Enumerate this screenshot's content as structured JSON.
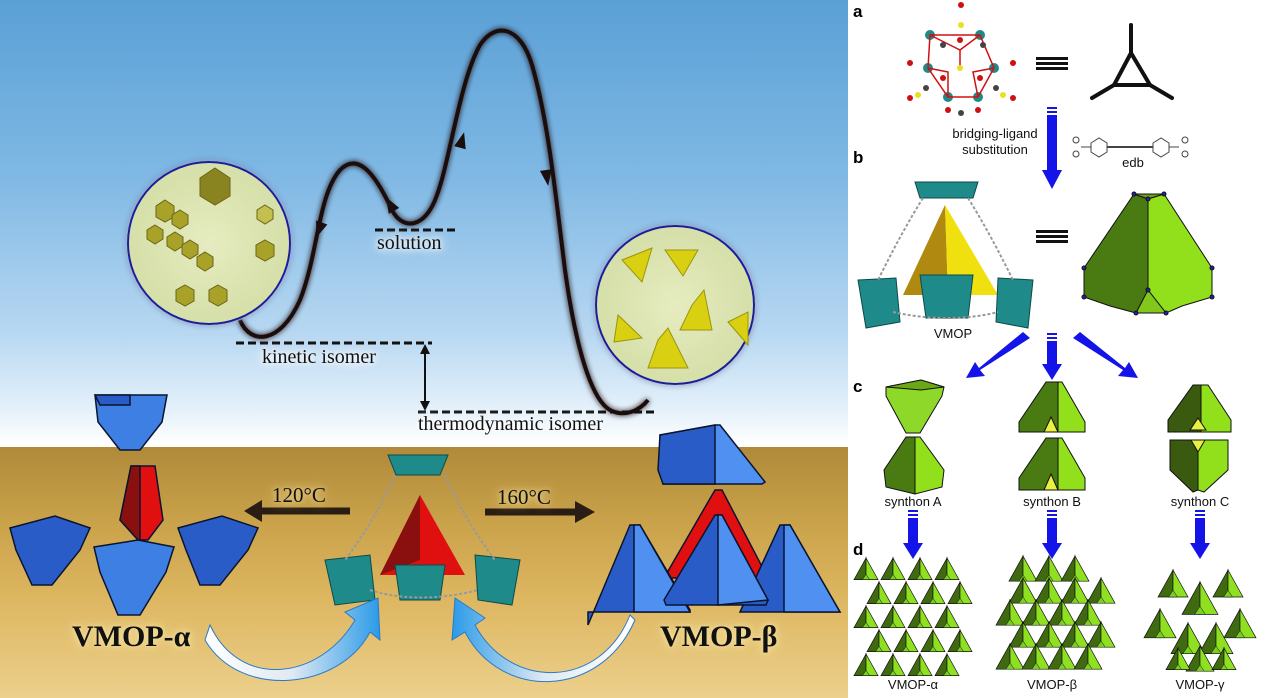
{
  "energy_diagram": {
    "labels": {
      "solution": "solution",
      "kinetic": "kinetic isomer",
      "thermodynamic": "thermodynamic isomer"
    },
    "conditions": {
      "alpha_temp": "120°C",
      "beta_temp": "160°C"
    },
    "products": {
      "alpha": "VMOP-α",
      "beta": "VMOP-β"
    },
    "crystal_images": [
      {
        "name": "octahedral-crystals",
        "shape": "octahedron"
      },
      {
        "name": "triangular-crystals",
        "shape": "triangle"
      }
    ]
  },
  "schematic": {
    "panels": [
      "a",
      "b",
      "c",
      "d"
    ],
    "equivalence_symbol": "≡",
    "step_label_line1": "bridging-ligand",
    "step_label_line2": "substitution",
    "ligand_label": "edb",
    "cage_label": "VMOP",
    "synthons": [
      "synthon A",
      "synthon B",
      "synthon C"
    ],
    "frameworks": [
      "VMOP-α",
      "VMOP-β",
      "VMOP-γ"
    ]
  },
  "colors": {
    "blue_poly": "#2a5cc8",
    "blue_poly_light": "#4f90f0",
    "red_poly": "#e01010",
    "red_poly_dark": "#8a1010",
    "green_dark": "#3f6a10",
    "green_light": "#8ee020",
    "arrow_blue": "#1414e8",
    "teal": "#1f8a8a"
  }
}
